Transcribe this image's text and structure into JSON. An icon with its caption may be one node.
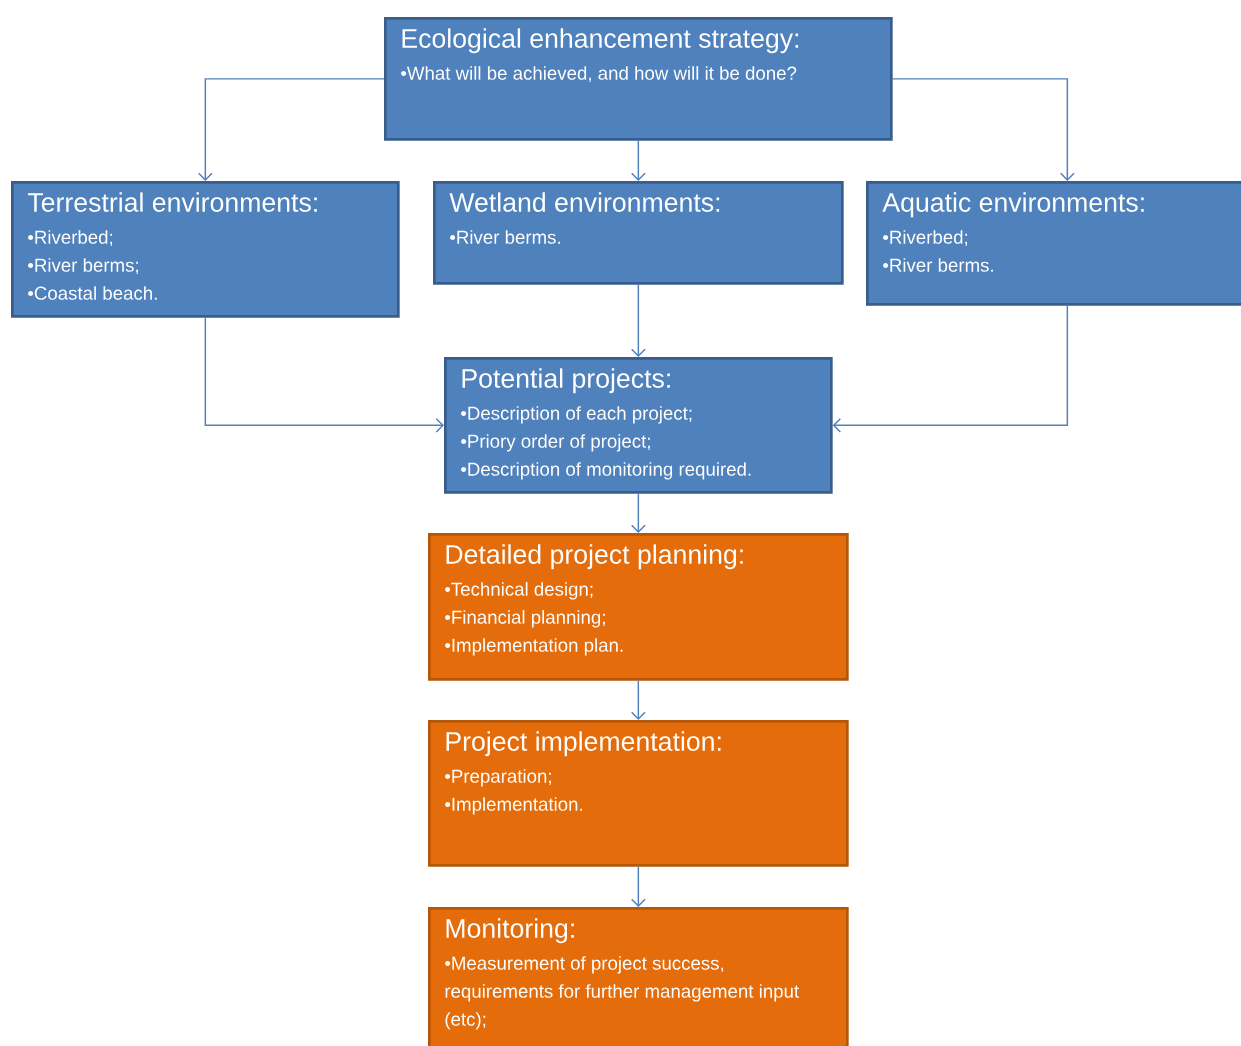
{
  "diagram": {
    "nodes": [
      {
        "text": [
          "Ecological enhancement strategy:",
          "•What will be achieved, and how will it be done?"
        ]
      },
      {
        "text": [
          "Terrestrial environments:",
          "•Riverbed;",
          "•River berms;",
          "•Coastal beach."
        ]
      },
      {
        "text": [
          "Wetland environments:",
          "•River berms."
        ]
      },
      {
        "text": [
          "Aquatic environments:",
          "•Riverbed;",
          "•River berms."
        ]
      },
      {
        "text": [
          "Potential projects:",
          "•Description of each project;",
          "•Priory order of project;",
          "•Description of monitoring required."
        ]
      },
      {
        "text": [
          "Detailed project planning:",
          "•Technical design;",
          "•Financial planning;",
          "•Implementation plan."
        ]
      },
      {
        "text": [
          "Project implementation:",
          "•Preparation;",
          "•Implementation."
        ]
      },
      {
        "text": [
          "Monitoring:",
          "•Measurement of project success, requirements for further management input (etc);"
        ]
      }
    ],
    "edges": [
      {
        "from": 0,
        "to": 1,
        "arrow": "to"
      },
      {
        "from": 0,
        "to": 2,
        "arrow": "to"
      },
      {
        "from": 0,
        "to": 3,
        "arrow": "to"
      },
      {
        "from": 1,
        "to": 4,
        "arrow": "to"
      },
      {
        "from": 2,
        "to": 4,
        "arrow": "to"
      },
      {
        "from": 3,
        "to": 4,
        "arrow": "to"
      },
      {
        "from": 4,
        "to": 5,
        "arrow": "to"
      },
      {
        "from": 5,
        "to": 6,
        "arrow": "to"
      },
      {
        "from": 6,
        "to": 7,
        "arrow": "to"
      }
    ]
  }
}
